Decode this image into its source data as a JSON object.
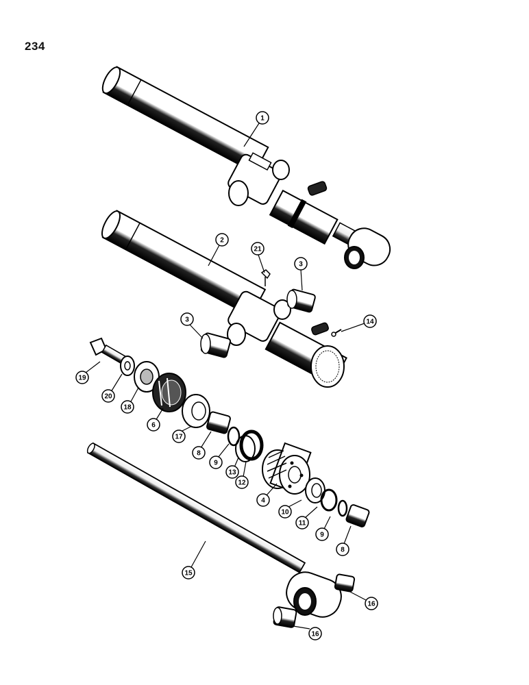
{
  "page": {
    "number": "234"
  },
  "callouts": [
    {
      "id": "c1",
      "label": "1"
    },
    {
      "id": "c2",
      "label": "2"
    },
    {
      "id": "c21",
      "label": "21"
    },
    {
      "id": "c3a",
      "label": "3"
    },
    {
      "id": "c3b",
      "label": "3"
    },
    {
      "id": "c14",
      "label": "14"
    },
    {
      "id": "c19",
      "label": "19"
    },
    {
      "id": "c20",
      "label": "20"
    },
    {
      "id": "c18",
      "label": "18"
    },
    {
      "id": "c6",
      "label": "6"
    },
    {
      "id": "c17",
      "label": "17"
    },
    {
      "id": "c8a",
      "label": "8"
    },
    {
      "id": "c9a",
      "label": "9"
    },
    {
      "id": "c13",
      "label": "13"
    },
    {
      "id": "c12",
      "label": "12"
    },
    {
      "id": "c4",
      "label": "4"
    },
    {
      "id": "c10",
      "label": "10"
    },
    {
      "id": "c11",
      "label": "11"
    },
    {
      "id": "c9b",
      "label": "9"
    },
    {
      "id": "c8b",
      "label": "8"
    },
    {
      "id": "c15",
      "label": "15"
    },
    {
      "id": "c16a",
      "label": "16"
    },
    {
      "id": "c16b",
      "label": "16"
    }
  ]
}
